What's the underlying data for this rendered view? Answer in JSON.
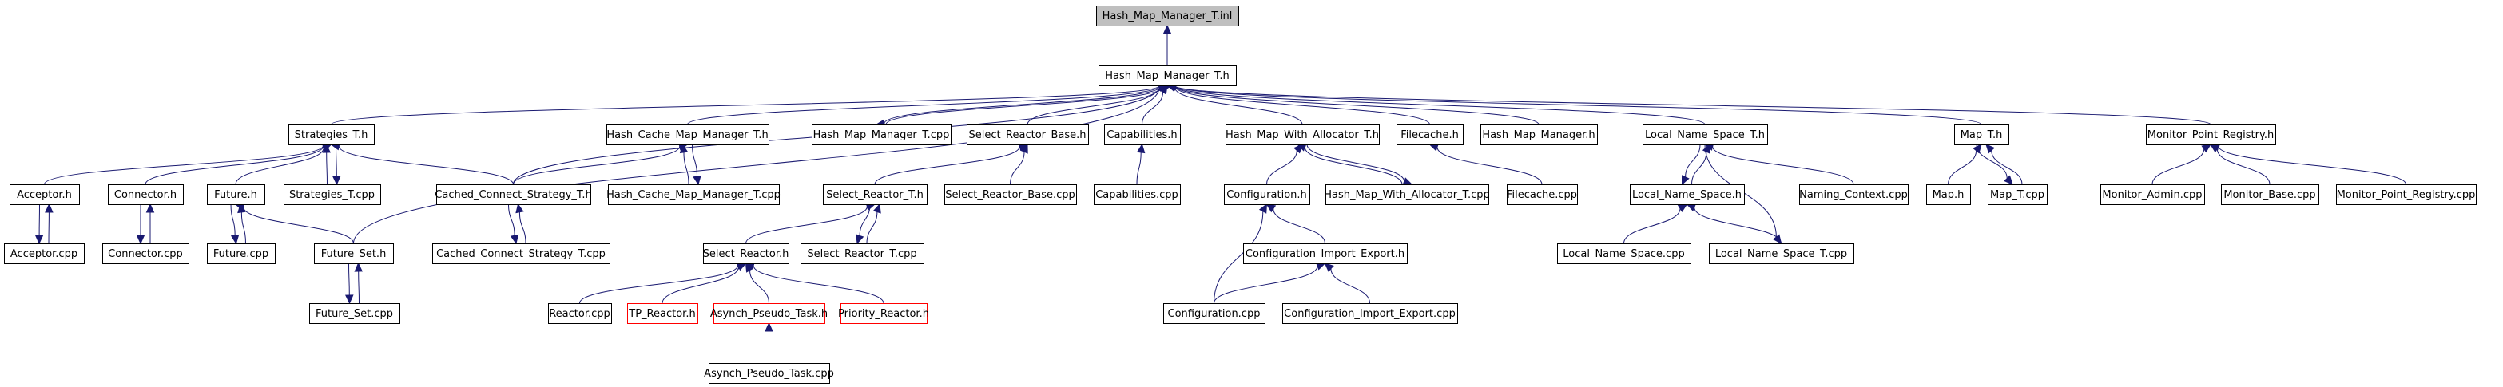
{
  "title": "Hash_Map_Manager_T.inl include dependency graph",
  "colors": {
    "edge": "#191970",
    "root_fill": "#bfbfbf",
    "node_border": "#000000",
    "truncated_border": "#ff0000"
  },
  "nodes": [
    {
      "id": "n0",
      "label": "Hash_Map_Manager_T.inl",
      "root": true
    },
    {
      "id": "n1",
      "label": "Hash_Map_Manager_T.h"
    },
    {
      "id": "n2",
      "label": "Strategies_T.h"
    },
    {
      "id": "n3",
      "label": "Hash_Cache_Map_Manager_T.h"
    },
    {
      "id": "n4",
      "label": "Hash_Map_Manager_T.cpp"
    },
    {
      "id": "n5",
      "label": "Select_Reactor_Base.h"
    },
    {
      "id": "n6",
      "label": "Capabilities.h"
    },
    {
      "id": "n7",
      "label": "Hash_Map_With_Allocator_T.h"
    },
    {
      "id": "n8",
      "label": "Filecache.h"
    },
    {
      "id": "n9",
      "label": "Hash_Map_Manager.h"
    },
    {
      "id": "n10",
      "label": "Local_Name_Space_T.h"
    },
    {
      "id": "n11",
      "label": "Map_T.h"
    },
    {
      "id": "n12",
      "label": "Monitor_Point_Registry.h"
    },
    {
      "id": "n13",
      "label": "Acceptor.h"
    },
    {
      "id": "n14",
      "label": "Connector.h"
    },
    {
      "id": "n15",
      "label": "Future.h"
    },
    {
      "id": "n16",
      "label": "Strategies_T.cpp"
    },
    {
      "id": "n17",
      "label": "Cached_Connect_Strategy_T.h"
    },
    {
      "id": "n18",
      "label": "Hash_Cache_Map_Manager_T.cpp"
    },
    {
      "id": "n19",
      "label": "Select_Reactor_T.h"
    },
    {
      "id": "n20",
      "label": "Select_Reactor_Base.cpp"
    },
    {
      "id": "n21",
      "label": "Capabilities.cpp"
    },
    {
      "id": "n22",
      "label": "Configuration.h"
    },
    {
      "id": "n23",
      "label": "Hash_Map_With_Allocator_T.cpp"
    },
    {
      "id": "n24",
      "label": "Filecache.cpp"
    },
    {
      "id": "n25",
      "label": "Local_Name_Space.h"
    },
    {
      "id": "n26",
      "label": "Naming_Context.cpp"
    },
    {
      "id": "n27",
      "label": "Map.h"
    },
    {
      "id": "n28",
      "label": "Map_T.cpp"
    },
    {
      "id": "n29",
      "label": "Monitor_Admin.cpp"
    },
    {
      "id": "n30",
      "label": "Monitor_Base.cpp"
    },
    {
      "id": "n31",
      "label": "Monitor_Point_Registry.cpp"
    },
    {
      "id": "n32",
      "label": "Acceptor.cpp"
    },
    {
      "id": "n33",
      "label": "Connector.cpp"
    },
    {
      "id": "n34",
      "label": "Future.cpp"
    },
    {
      "id": "n35",
      "label": "Future_Set.h"
    },
    {
      "id": "n36",
      "label": "Cached_Connect_Strategy_T.cpp"
    },
    {
      "id": "n37",
      "label": "Select_Reactor.h"
    },
    {
      "id": "n38",
      "label": "Select_Reactor_T.cpp"
    },
    {
      "id": "n39",
      "label": "Configuration_Import_Export.h"
    },
    {
      "id": "n40",
      "label": "Local_Name_Space.cpp"
    },
    {
      "id": "n41",
      "label": "Local_Name_Space_T.cpp"
    },
    {
      "id": "n42",
      "label": "Future_Set.cpp"
    },
    {
      "id": "n43",
      "label": "Reactor.cpp"
    },
    {
      "id": "n44",
      "label": "TP_Reactor.h",
      "truncated": true
    },
    {
      "id": "n45",
      "label": "Asynch_Pseudo_Task.h",
      "truncated": true
    },
    {
      "id": "n46",
      "label": "Priority_Reactor.h",
      "truncated": true
    },
    {
      "id": "n47",
      "label": "Configuration.cpp"
    },
    {
      "id": "n48",
      "label": "Configuration_Import_Export.cpp"
    },
    {
      "id": "n49",
      "label": "Asynch_Pseudo_Task.cpp"
    }
  ],
  "edges": [
    {
      "from": "n1",
      "to": "n0"
    },
    {
      "from": "n2",
      "to": "n1"
    },
    {
      "from": "n3",
      "to": "n1"
    },
    {
      "from": "n4",
      "to": "n1"
    },
    {
      "from": "n1",
      "to": "n4"
    },
    {
      "from": "n5",
      "to": "n1"
    },
    {
      "from": "n6",
      "to": "n1"
    },
    {
      "from": "n7",
      "to": "n1"
    },
    {
      "from": "n8",
      "to": "n1"
    },
    {
      "from": "n9",
      "to": "n1"
    },
    {
      "from": "n10",
      "to": "n1"
    },
    {
      "from": "n11",
      "to": "n1"
    },
    {
      "from": "n12",
      "to": "n1"
    },
    {
      "from": "n35",
      "to": "n1"
    },
    {
      "from": "n17",
      "to": "n1"
    },
    {
      "from": "n13",
      "to": "n2"
    },
    {
      "from": "n14",
      "to": "n2"
    },
    {
      "from": "n15",
      "to": "n2"
    },
    {
      "from": "n16",
      "to": "n2"
    },
    {
      "from": "n2",
      "to": "n16"
    },
    {
      "from": "n17",
      "to": "n2"
    },
    {
      "from": "n17",
      "to": "n3"
    },
    {
      "from": "n18",
      "to": "n3"
    },
    {
      "from": "n3",
      "to": "n18"
    },
    {
      "from": "n19",
      "to": "n5"
    },
    {
      "from": "n20",
      "to": "n5"
    },
    {
      "from": "n21",
      "to": "n6"
    },
    {
      "from": "n22",
      "to": "n7"
    },
    {
      "from": "n23",
      "to": "n7"
    },
    {
      "from": "n7",
      "to": "n23"
    },
    {
      "from": "n24",
      "to": "n8"
    },
    {
      "from": "n25",
      "to": "n10"
    },
    {
      "from": "n10",
      "to": "n25"
    },
    {
      "from": "n10",
      "to": "n41"
    },
    {
      "from": "n26",
      "to": "n10"
    },
    {
      "from": "n27",
      "to": "n11"
    },
    {
      "from": "n28",
      "to": "n11"
    },
    {
      "from": "n11",
      "to": "n28"
    },
    {
      "from": "n29",
      "to": "n12"
    },
    {
      "from": "n30",
      "to": "n12"
    },
    {
      "from": "n31",
      "to": "n12"
    },
    {
      "from": "n32",
      "to": "n13"
    },
    {
      "from": "n13",
      "to": "n32"
    },
    {
      "from": "n33",
      "to": "n14"
    },
    {
      "from": "n14",
      "to": "n33"
    },
    {
      "from": "n34",
      "to": "n15"
    },
    {
      "from": "n15",
      "to": "n34"
    },
    {
      "from": "n35",
      "to": "n15"
    },
    {
      "from": "n36",
      "to": "n17"
    },
    {
      "from": "n17",
      "to": "n36"
    },
    {
      "from": "n37",
      "to": "n19"
    },
    {
      "from": "n38",
      "to": "n19"
    },
    {
      "from": "n19",
      "to": "n38"
    },
    {
      "from": "n47",
      "to": "n22"
    },
    {
      "from": "n39",
      "to": "n22"
    },
    {
      "from": "n40",
      "to": "n25"
    },
    {
      "from": "n41",
      "to": "n25"
    },
    {
      "from": "n42",
      "to": "n35"
    },
    {
      "from": "n35",
      "to": "n42"
    },
    {
      "from": "n43",
      "to": "n37"
    },
    {
      "from": "n44",
      "to": "n37"
    },
    {
      "from": "n45",
      "to": "n37"
    },
    {
      "from": "n46",
      "to": "n37"
    },
    {
      "from": "n47",
      "to": "n39"
    },
    {
      "from": "n48",
      "to": "n39"
    },
    {
      "from": "n49",
      "to": "n45"
    }
  ]
}
